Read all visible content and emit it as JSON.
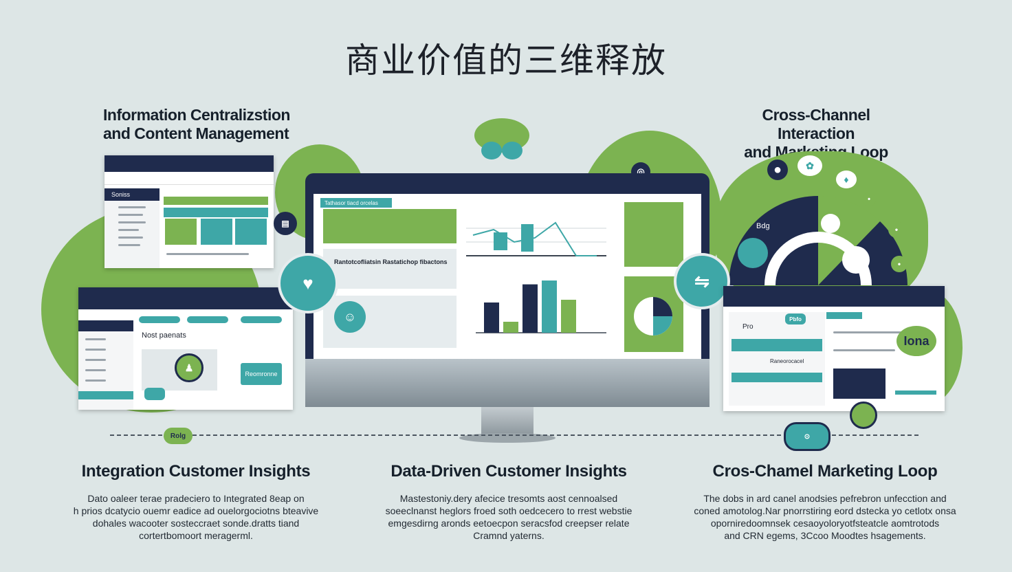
{
  "title": "商业价值的三维释放",
  "headings": {
    "top_left": [
      "Information Centralizstion",
      "and Content Management"
    ],
    "top_right": [
      "Cross-Channel Interaction",
      "and Marketing Loop"
    ]
  },
  "sections": [
    {
      "title": "Integration Customer Insights",
      "lines": [
        "Dato oaleer terae pradeciero to Integrated 8eap on",
        "h prios dcatycio ouemr eadice ad ouelorgociotns bteavive",
        "dohales  wacooter sosteccraet sonde.dratts tiand",
        "cortertbomoort meragerml."
      ]
    },
    {
      "title": "Data-Driven Customer Insights",
      "lines": [
        "Mastestoniy.dery afecice tresomts aost cennoalsed",
        "soeeclnanst heglors froed soth oedcecero to rrest webstie",
        "emgesdirng aronds eetoecpon seracsfod creepser relate",
        "Cramnd yaterns."
      ]
    },
    {
      "title": "Cros-Chamel Marketing Loop",
      "lines": [
        "The dobs in ard canel anodsies pefrebron unfecction and",
        "coned amotolog.Nar pnorrstiring eord dstecka yo cetlotx onsa",
        "oporniredoomnsek cesaoyoloryotfsteatcle aomtrotods",
        "and CRN egems, 3Ccoo Moodtes hsagements."
      ]
    }
  ],
  "screens": {
    "left_upper_sidebar_header": "Soniss",
    "left_lower_panel_label": "Nost paenats",
    "monitor_header_tab": "Tathasor tiacd orcelas",
    "monitor_card_title": "Rantotcofliatsin Rastatichop fibactons",
    "left_lower_button": "Reomronne",
    "right_label_pro": "Pro",
    "right_label_big": "Iona",
    "right_small_tag": "Raneorocacel",
    "right_badge_c4d": "Pbfo",
    "footer_badge": "Rolg",
    "chart_center_label": "Bdg"
  },
  "colors": {
    "green": "#7cb351",
    "navy": "#1f2b4d",
    "teal": "#3ea7a7",
    "background": "#dde6e6"
  },
  "chart_data": {
    "type": "bar",
    "categories": [
      "",
      "",
      "",
      "",
      ""
    ],
    "series": [
      {
        "values": [
          55,
          20,
          88,
          95,
          60
        ]
      }
    ],
    "ylim": [
      0,
      100
    ]
  }
}
